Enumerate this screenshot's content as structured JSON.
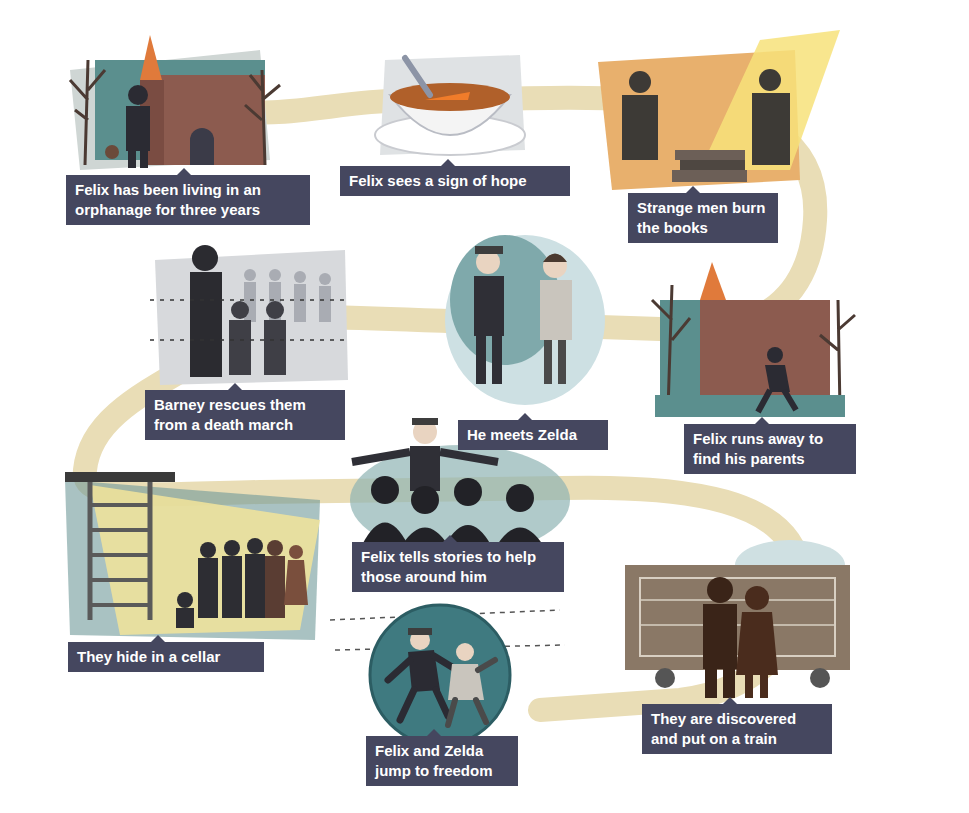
{
  "diagram": {
    "nodes": [
      {
        "text": [
          "Felix has been living in an orphanage for three years"
        ]
      },
      {
        "text": [
          "Felix sees a sign of hope"
        ]
      },
      {
        "text": [
          "Strange men burn the books"
        ]
      },
      {
        "text": [
          "Felix runs away to find his parents"
        ]
      },
      {
        "text": [
          "He meets Zelda"
        ]
      },
      {
        "text": [
          "Barney rescues them from a death march"
        ]
      },
      {
        "text": [
          "They hide in a cellar"
        ]
      },
      {
        "text": [
          "Felix tells stories to help those around him"
        ]
      },
      {
        "text": [
          "They are discovered and put on a train"
        ]
      },
      {
        "text": [
          "Felix and Zelda jump to freedom"
        ]
      }
    ]
  }
}
